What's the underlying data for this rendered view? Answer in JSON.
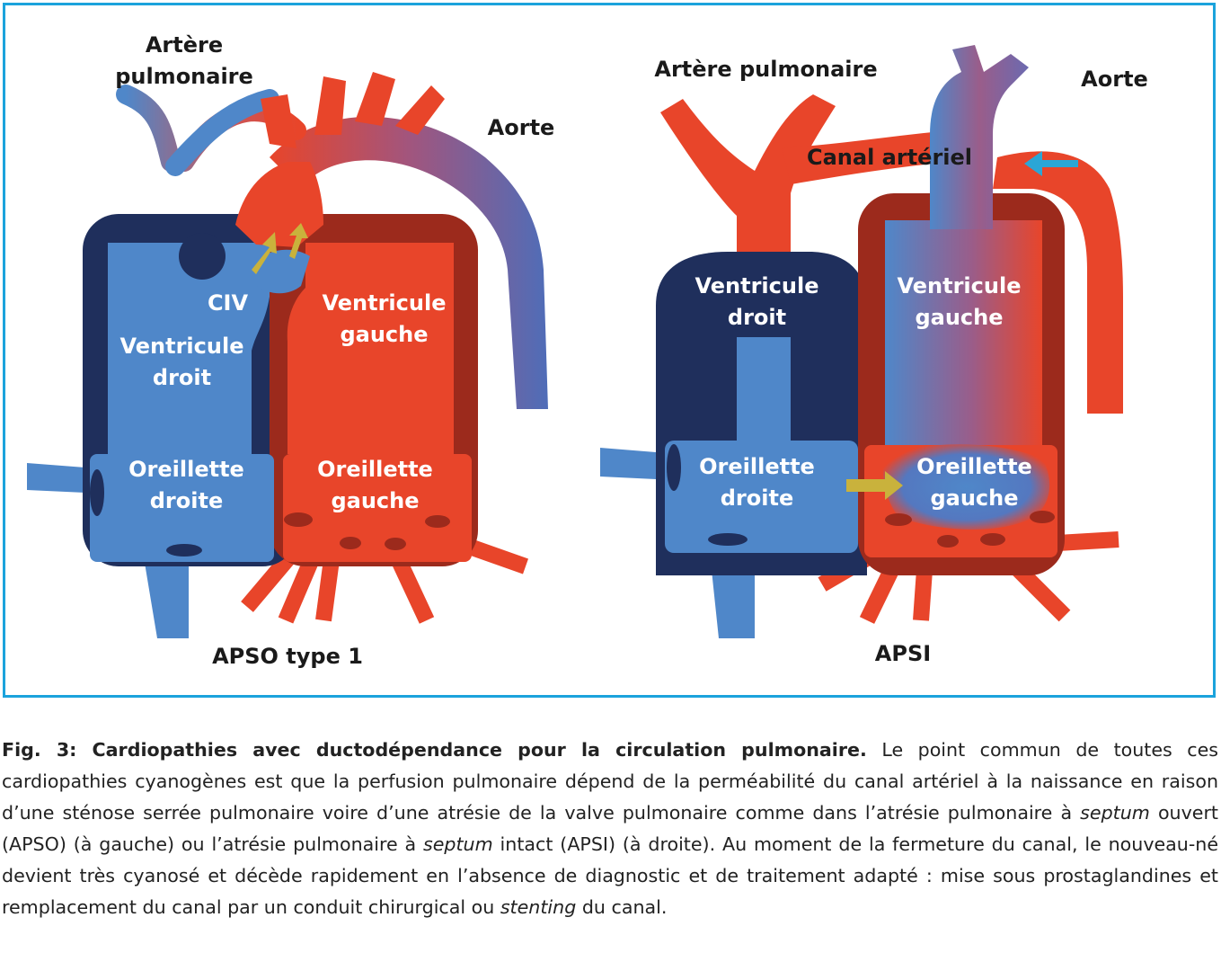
{
  "figure": {
    "left_diagram": {
      "title": "APSO type 1",
      "labels": {
        "artery_pulmonary": "Artère\npulmonaire",
        "aorta": "Aorte",
        "civ": "CIV",
        "right_ventricle": "Ventricule\ndroit",
        "left_ventricle": "Ventricule\ngauche",
        "right_atrium": "Oreillette\ndroite",
        "left_atrium": "Oreillette\ngauche"
      }
    },
    "right_diagram": {
      "title": "APSI",
      "labels": {
        "artery_pulmonary": "Artère pulmonaire",
        "aorta": "Aorte",
        "ductus": "Canal artériel",
        "right_ventricle": "Ventricule\ndroit",
        "left_ventricle": "Ventricule\ngauche",
        "right_atrium": "Oreillette\ndroite",
        "left_atrium": "Oreillette\ngauche"
      }
    },
    "colors": {
      "frame": "#1ba3dc",
      "oxygenated": "#e8452a",
      "deoxygenated": "#4f87c9",
      "dark_blue": "#1f2f5c",
      "dark_red": "#9c2a1c",
      "flow_arrow": "#c9b23c",
      "duct_arrow": "#2aa6d6"
    }
  },
  "caption": {
    "label": "Fig. 3: Cardiopathies avec ductodépendance pour la circulation pulmonaire.",
    "part1": " Le point commun de toutes ces cardiopathies cyanogènes est que la perfusion pulmonaire dépend de la perméabilité du canal artériel à la naissance en raison d’une sténose serrée pulmonaire voire d’une atrésie de la valve pulmonaire comme dans l’atrésie pulmonaire à ",
    "italic1": "septum",
    "part2": " ouvert (APSO) (à gauche) ou l’atrésie pulmonaire à ",
    "italic2": "septum",
    "part3": " intact (APSI) (à droite). Au moment de la fermeture du canal, le nouveau-né devient très cyanosé et décède rapidement en l’absence de diagnostic et de traitement adapté : mise sous prostaglandines et remplacement du canal par un conduit chirurgical ou ",
    "italic3": "stenting",
    "part4": " du canal."
  }
}
